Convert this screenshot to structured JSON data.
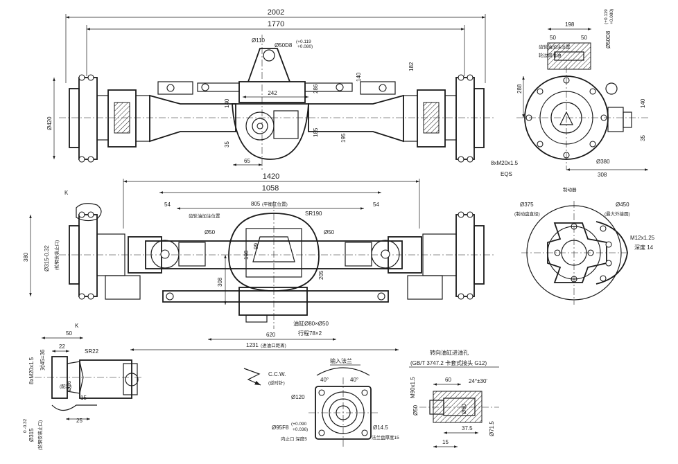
{
  "top_view": {
    "overall_width": "2002",
    "flange_span": "1770",
    "pin_dia": "Ø110",
    "flange_fit": "Ø50D8",
    "flange_fit_tol_upper": "(+0.119",
    "flange_fit_tol_lower": "+0.080)",
    "dim_242": "242",
    "dim_286": "286",
    "dim_140": "140",
    "dim_182": "182",
    "dim_140b": "140",
    "dim_185": "185",
    "dim_195": "195",
    "dim_35": "35",
    "dim_65": "65",
    "hub_dia": "Ø420"
  },
  "side_view": {
    "dim_198": "198",
    "dim_50_left": "50",
    "dim_50_right": "50",
    "fit": "Ø50D8",
    "fit_tol_upper": "(+0.119",
    "fit_tol_lower": "+0.080)",
    "note_upper": "齿轮油加注位置",
    "note_lower": "轮边润滑油",
    "dim_288": "288",
    "dim_140": "140",
    "dim_35": "35",
    "bolt_spec": "8xM20x1.5",
    "bolt_std": "EQS",
    "pcd": "Ø380",
    "dim_308": "308"
  },
  "front_view": {
    "dim_1420": "1420",
    "dim_1058": "1058",
    "dim_54_left": "54",
    "dim_54_right": "54",
    "dim_805": "805",
    "note_805": "(平衡缸位置)",
    "sr190": "SR190",
    "note_fill": "齿轮油加注位置",
    "dia_50_left": "Ø50",
    "dia_50_right": "Ø50",
    "dim_99": "99",
    "dim_198": "198",
    "dim_308": "308",
    "dim_205": "205",
    "dim_380": "380",
    "dim_315": "Ø315-0.32",
    "note_315": "(轮辋安装止口)",
    "label_k": "K",
    "cyl": "油缸Ø80×Ø50",
    "stroke": "行程78×2",
    "dim_620": "620",
    "dim_1231": "1231",
    "note_1231": "(进油口距离)"
  },
  "brake_view": {
    "title": "制动器",
    "dia_375": "Ø375",
    "note_375": "(制动盘直径)",
    "dia_450": "Ø450",
    "note_450": "(最大外接圆)",
    "thread": "M12x1.25",
    "depth": "深度 14"
  },
  "detail_k": {
    "label": "K",
    "thread": "8xM20x1.5",
    "hex": "对45=36",
    "dim_50": "50",
    "dim_22": "22",
    "sr22": "SR22",
    "dim_26": "Ø26",
    "note_26": "(配套)",
    "dim_15": "15",
    "dim_25": "25",
    "dia_315": "Ø315",
    "tol": "0\n-0.32",
    "note_315": "(轮辋安装止口)"
  },
  "rotation": {
    "label": "C.C.W.",
    "note": "(逆时针)"
  },
  "input_flange": {
    "title": "输入法兰",
    "angle_left": "40°",
    "angle_right": "40°",
    "dia_120": "Ø120",
    "fit": "Ø95F8",
    "fit_tol_upper": "(+0.090",
    "fit_tol_lower": "+0.036)",
    "note_left": "内止口  深度5",
    "hole": "Ø14.5",
    "note_right": "法兰盘厚度15"
  },
  "steering_port": {
    "title": "转向油缸进油孔",
    "standard": "(GB/T 3747.2  卡套式接头 G12)",
    "thread": "M90x1.5",
    "dim_60": "60",
    "angle": "24°±30'",
    "dia_50": "Ø50",
    "dia_60": "Ø60",
    "dim_37_5": "37.5",
    "dia_71_5": "Ø71.5",
    "dim_15": "15"
  },
  "icons": {
    "rotation_arrow": "rotation-arrow-icon"
  }
}
